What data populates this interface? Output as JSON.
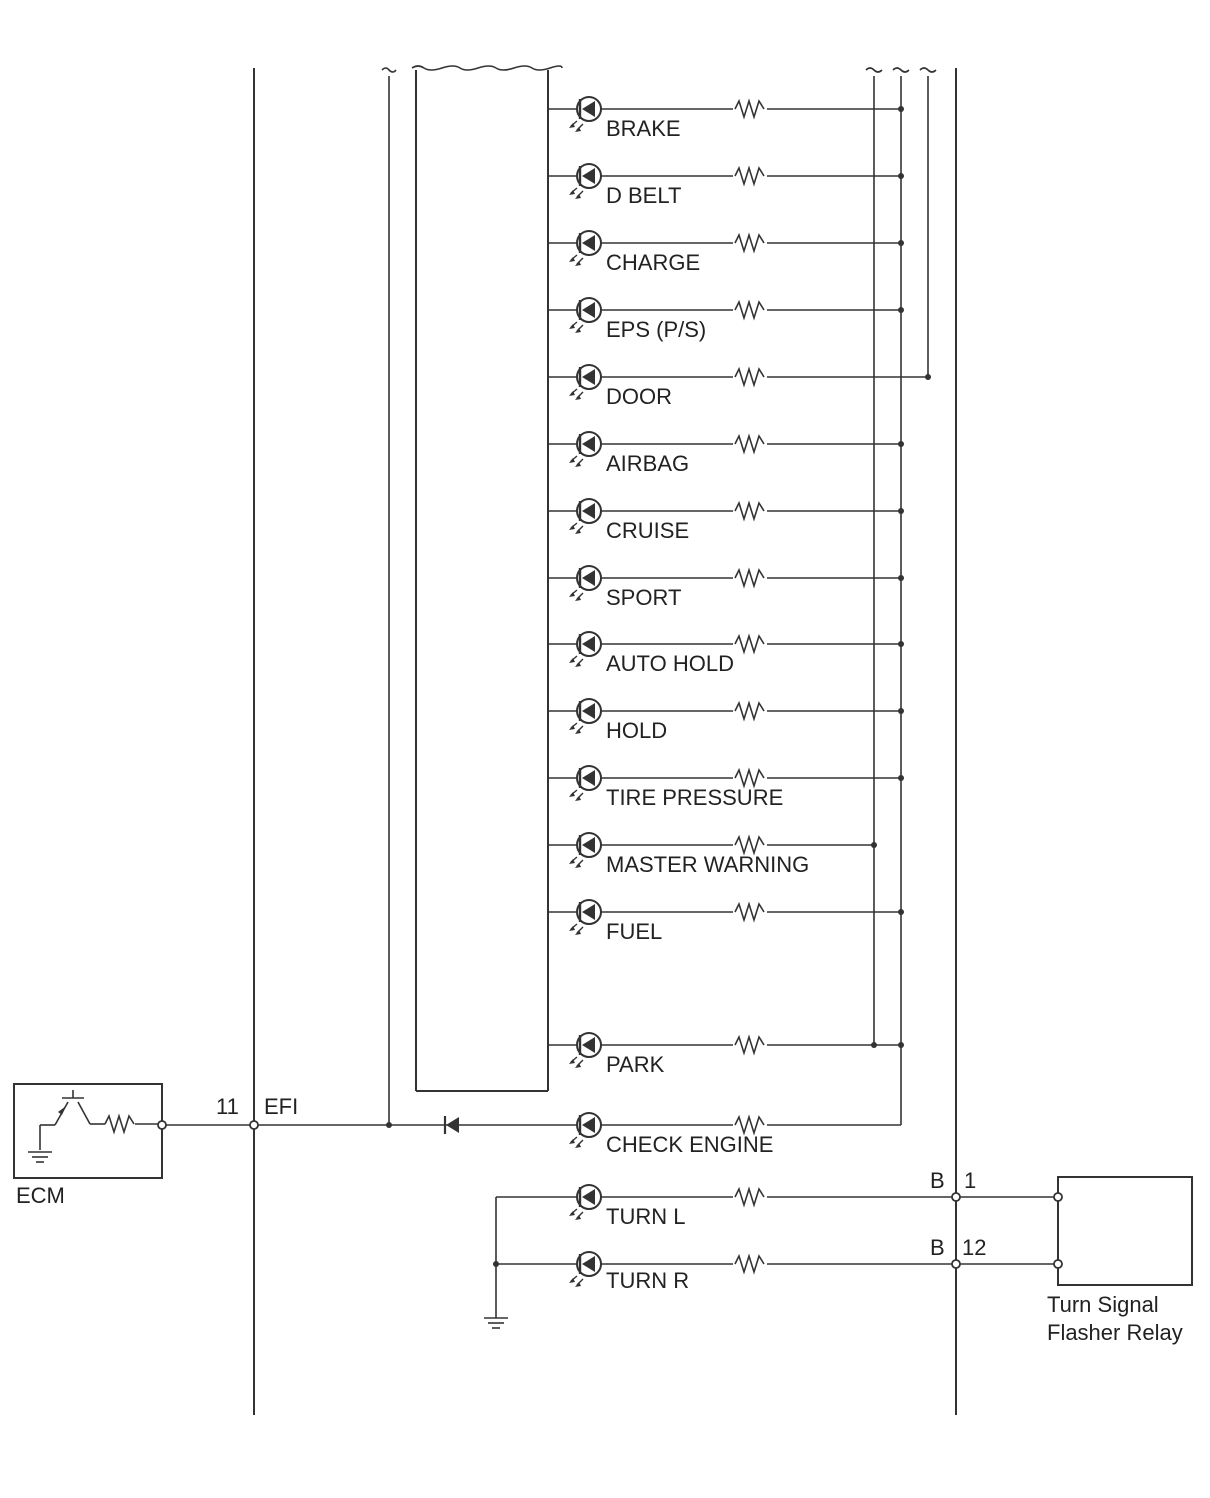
{
  "ecm": {
    "label": "ECM"
  },
  "efi": {
    "pin": "11",
    "label": "EFI"
  },
  "lamps": [
    {
      "label": "BRAKE"
    },
    {
      "label": "D BELT"
    },
    {
      "label": "CHARGE"
    },
    {
      "label": "EPS (P/S)"
    },
    {
      "label": "DOOR"
    },
    {
      "label": "AIRBAG"
    },
    {
      "label": "CRUISE"
    },
    {
      "label": "SPORT"
    },
    {
      "label": "AUTO HOLD"
    },
    {
      "label": "HOLD"
    },
    {
      "label": "TIRE PRESSURE"
    },
    {
      "label": "MASTER WARNING"
    },
    {
      "label": "FUEL"
    },
    {
      "label": "PARK"
    }
  ],
  "check_engine": {
    "label": "CHECK ENGINE"
  },
  "turn_l": {
    "label": "TURN L",
    "connector": "B",
    "pin": "1"
  },
  "turn_r": {
    "label": "TURN R",
    "connector": "B",
    "pin": "12"
  },
  "relay": {
    "line1": "Turn Signal",
    "line2": "Flasher Relay"
  }
}
